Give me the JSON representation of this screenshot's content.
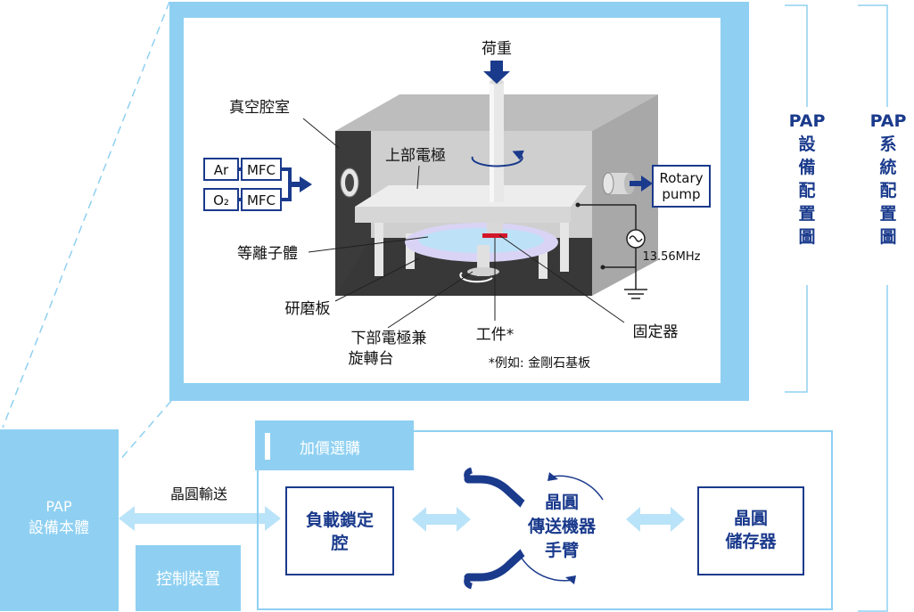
{
  "colors": {
    "frame_blue": "#8fd0f2",
    "dark_blue": "#1a3a8c",
    "arrow_light": "#b9e3f8",
    "chamber_top": "#bdbdbd",
    "chamber_front": "#cccccc",
    "chamber_dark": "#3b3b3b",
    "chamber_inner": "#2d2d2d"
  },
  "chamber": {
    "load": "荷重",
    "vacuum_chamber": "真空腔室",
    "upper_electrode": "上部電極",
    "plasma": "等離子體",
    "polishing_plate": "研磨板",
    "lower_electrode_line1": "下部電極兼",
    "lower_electrode_line2": "旋轉台",
    "workpiece": "工件*",
    "workpiece_note": "*例如: 金剛石基板",
    "holder": "固定器",
    "frequency": "13.56MHz",
    "gas1": "Ar",
    "gas2": "O₂",
    "mfc": "MFC",
    "pump_line1": "Rotary",
    "pump_line2": "pump"
  },
  "brackets": {
    "equipment_layout": "PAP設備配置圖",
    "system_layout": "PAP系統配置圖"
  },
  "system": {
    "main_unit_line1": "PAP",
    "main_unit_line2": "設備本體",
    "wafer_transfer": "晶圓輸送",
    "control_device": "控制裝置",
    "option": "加價選購",
    "load_lock_line1": "負載鎖定",
    "load_lock_line2": "腔",
    "robot_line1": "晶圓",
    "robot_line2": "傳送機器",
    "robot_line3": "手臂",
    "storage_line1": "晶圓",
    "storage_line2": "儲存器"
  }
}
